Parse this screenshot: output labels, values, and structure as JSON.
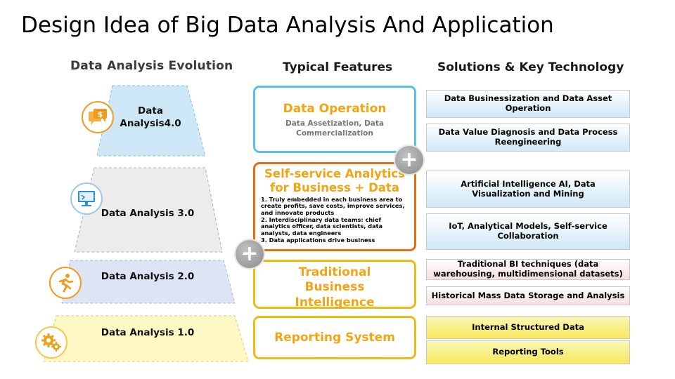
{
  "title": "Design Idea of Big Data Analysis And Application",
  "headers": {
    "evolution": "Data Analysis Evolution",
    "features": "Typical Features",
    "solutions": "Solutions  & Key Technology"
  },
  "levels": [
    {
      "label": "Data Analysis4.0",
      "icon": "money-chat-icon",
      "color": "#cfe8f8"
    },
    {
      "label": "Data Analysis 3.0",
      "icon": "monitor-icon",
      "color": "#ececec"
    },
    {
      "label": "Data Analysis 2.0",
      "icon": "runner-icon",
      "color": "#dde4f4"
    },
    {
      "label": "Data Analysis 1.0",
      "icon": "gears-icon",
      "color": "#fdf8c4"
    }
  ],
  "features": {
    "data_operation": {
      "title": "Data Operation",
      "subtitle": "Data Assetization, Data Commercialization"
    },
    "self_service": {
      "title": "Self-service Analytics for Business + Data",
      "bullets": [
        "1. Truly embedded in each business area to create profits, save costs, improve services, and innovate products",
        "2. Interdisciplinary data teams: chief analytics officer, data scientists, data analysts, data engineers",
        "3. Data applications drive business"
      ]
    },
    "traditional_bi": {
      "title": "Traditional Business Intelligence"
    },
    "reporting": {
      "title": "Reporting System"
    }
  },
  "plus_symbol": "+",
  "solutions": [
    "Data Businessization and Data Asset Operation",
    "Data Value Diagnosis and Data Process Reengineering",
    "Artificial Intelligence AI, Data Visualization and Mining",
    "IoT, Analytical Models, Self-service Collaboration",
    "Traditional BI techniques (data warehousing, multidimensional datasets)",
    "Historical Mass Data Storage and Analysis",
    "Internal Structured Data",
    "Reporting Tools"
  ],
  "colors": {
    "blue_border": "#5bc0ee",
    "orange_border": "#ea6a12",
    "gold_border": "#f1b914",
    "icon_orange": "#f39a1e",
    "icon_blue": "#2d8ed8"
  }
}
